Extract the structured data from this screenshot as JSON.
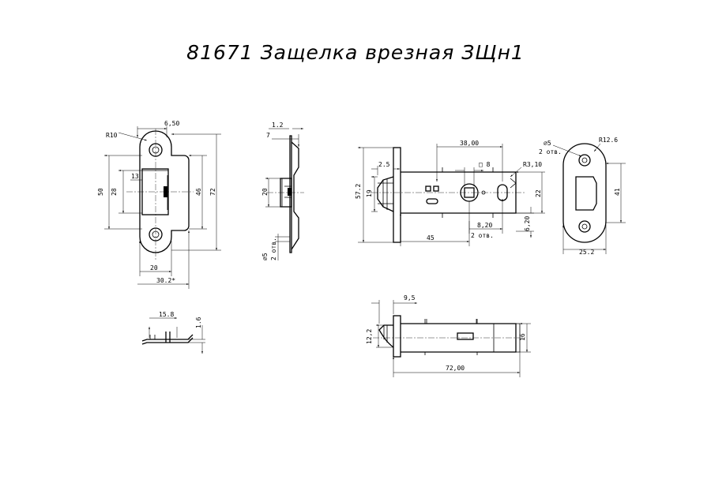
{
  "title": "81671 Защелка врезная ЗЩн1",
  "strike_plate_front": {
    "radius": "R10",
    "offset": "6,50",
    "tab": "13",
    "height_outer": "50",
    "height_window": "28",
    "height_46": "46",
    "height_72": "72",
    "width_20": "20",
    "width_30": "30.2*"
  },
  "strike_plate_side": {
    "bend": "15.8",
    "thickness": "1.6"
  },
  "latch_side_view": {
    "thickness": "1.2",
    "depth": "7",
    "height": "20",
    "hole": "⌀5",
    "hole_count": "2 отв."
  },
  "latch_body_view": {
    "dist_38": "38,00",
    "square": "□ 8",
    "radius": "R3,10",
    "bolt": "2.5",
    "face_height": "57.2",
    "bolt_height": "19",
    "height_22": "22",
    "offset_620": "6,20",
    "dist_820": "8,20",
    "holes": "2 отв.",
    "backset": "45"
  },
  "faceplate_view": {
    "hole": "⌀5",
    "hole_count": "2 отв.",
    "radius": "R12.6",
    "height": "41",
    "width": "25.2"
  },
  "latch_bottom_view": {
    "bolt": "9,5",
    "height_122": "12,2",
    "height_16": "16",
    "length": "72,00"
  }
}
